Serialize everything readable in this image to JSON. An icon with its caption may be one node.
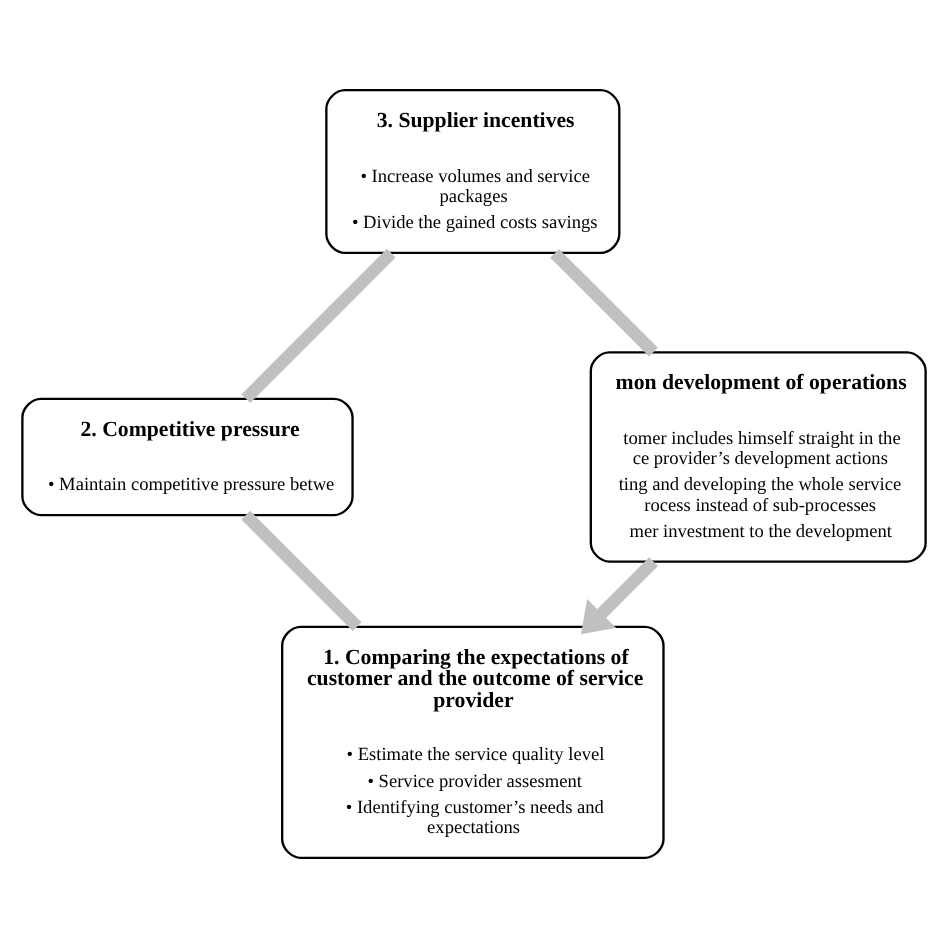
{
  "diagram": {
    "nodes": [
      {
        "text": [
          "1. Comparing the expectations of customer and the outcome of service provider",
          "• Estimate the service quality level",
          "• Service provider assesment",
          "• Identifying customer’s needs and expectations"
        ]
      },
      {
        "text": [
          "2. Competitive pressure",
          "• Maintain competitive pressure betwe"
        ]
      },
      {
        "text": [
          "3. Supplier incentives",
          "• Increase volumes and service packages",
          "• Divide the gained costs savings"
        ]
      },
      {
        "text": [
          "mon development of operations",
          "tomer includes himself straight in the ce provider’s development actions",
          "ting and developing the whole service rocess instead of sub-processes",
          "mer investment to the development"
        ]
      }
    ],
    "edges": [
      {
        "from": 0,
        "to": 1,
        "arrow": "none"
      },
      {
        "from": 1,
        "to": 2,
        "arrow": "none"
      },
      {
        "from": 2,
        "to": 3,
        "arrow": "none"
      },
      {
        "from": 3,
        "to": 0,
        "arrow": "to"
      }
    ]
  }
}
